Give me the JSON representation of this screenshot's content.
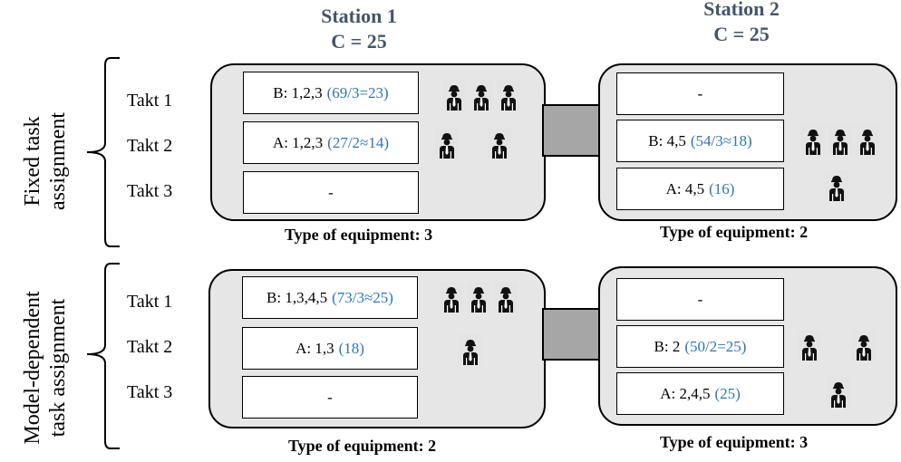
{
  "stations": [
    {
      "name": "Station 1",
      "capacity": "C = 25"
    },
    {
      "name": "Station 2",
      "capacity": "C = 25"
    }
  ],
  "sections": [
    {
      "label_line1": "Fixed task",
      "label_line2": "assignment",
      "takts": [
        "Takt 1",
        "Takt 2",
        "Takt 3"
      ],
      "station1": {
        "cells": [
          {
            "text": "B: 1,2,3",
            "calc": "(69/3=23)",
            "workers": 3
          },
          {
            "text": "A: 1,2,3",
            "calc": "(27/2≈14)",
            "workers": 2
          },
          {
            "text": "-",
            "calc": "",
            "workers": 0
          }
        ],
        "equipment": "Type of equipment: 3"
      },
      "station2": {
        "cells": [
          {
            "text": "-",
            "calc": "",
            "workers": 0
          },
          {
            "text": "B: 4,5",
            "calc": "(54/3≈18)",
            "workers": 3
          },
          {
            "text": "A: 4,5",
            "calc": "(16)",
            "workers": 1
          }
        ],
        "equipment": "Type of equipment: 2"
      }
    },
    {
      "label_line1": "Model-dependent",
      "label_line2": "task assignment",
      "takts": [
        "Takt 1",
        "Takt 2",
        "Takt 3"
      ],
      "station1": {
        "cells": [
          {
            "text": "B: 1,3,4,5",
            "calc": "(73/3≈25)",
            "workers": 3
          },
          {
            "text": "A: 1,3",
            "calc": "(18)",
            "workers": 1
          },
          {
            "text": "-",
            "calc": "",
            "workers": 0
          }
        ],
        "equipment": "Type of equipment: 2"
      },
      "station2": {
        "cells": [
          {
            "text": "-",
            "calc": "",
            "workers": 0
          },
          {
            "text": "B: 2",
            "calc": "(50/2=25)",
            "workers": 2
          },
          {
            "text": "A: 2,4,5",
            "calc": "(25)",
            "workers": 1
          }
        ],
        "equipment": "Type of equipment: 3"
      }
    }
  ]
}
